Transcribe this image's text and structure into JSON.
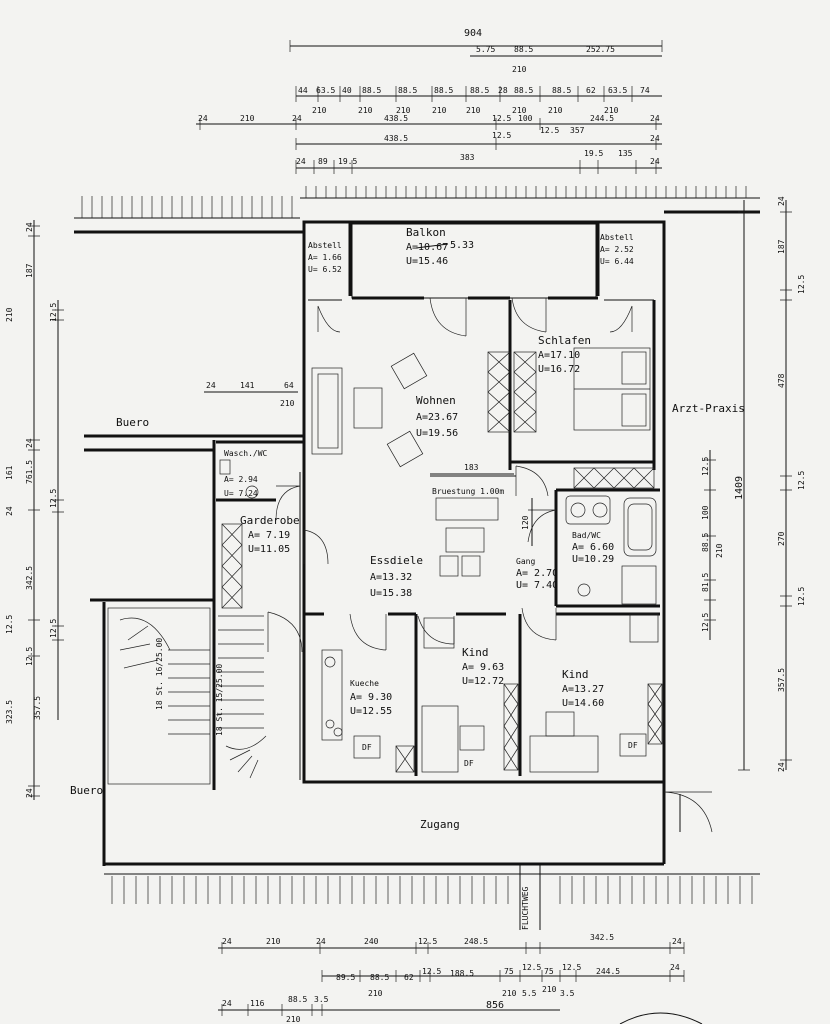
{
  "dimensions": {
    "top": {
      "total": "904",
      "row1": [
        "5.75",
        "88.5",
        "252.75",
        "210"
      ],
      "row2": [
        "44",
        "63.5",
        "40",
        "88.5",
        "88.5",
        "88.5",
        "88.5",
        "28",
        "88.5",
        "88.5",
        "62",
        "63.5",
        "74"
      ],
      "row2b": [
        "210",
        "210",
        "210",
        "210",
        "210",
        "210",
        "210",
        "210"
      ],
      "row3": [
        "24",
        "210",
        "24",
        "438.5",
        "12.5",
        "100",
        "244.5",
        "24"
      ],
      "row4": [
        "438.5",
        "12.5",
        "12.5",
        "357",
        "24"
      ],
      "row5": [
        "24",
        "89",
        "19.5",
        "383",
        "19.5",
        "135",
        "24"
      ]
    },
    "bottom": {
      "row1": [
        "24",
        "210",
        "24",
        "240",
        "12.5",
        "248.5",
        "342.5",
        "24"
      ],
      "row2": [
        "89.5",
        "88.5",
        "62",
        "12.5",
        "188.5",
        "75",
        "12.5",
        "75",
        "12.5",
        "244.5",
        "24"
      ],
      "row2b": [
        "210",
        "210",
        "5.5",
        "210",
        "3.5"
      ],
      "row3": [
        "24",
        "116",
        "88.5",
        "3.5",
        "856",
        "210"
      ]
    },
    "right": {
      "total": "1409",
      "items": [
        "24",
        "187",
        "12.5",
        "478",
        "12.5",
        "100",
        "12.5",
        "88.5",
        "210",
        "270",
        "81.5",
        "12.5",
        "12.5",
        "357.5",
        "24"
      ]
    },
    "left": {
      "items": [
        "24",
        "187",
        "210",
        "12.5",
        "24",
        "161",
        "12.5",
        "761.5",
        "24",
        "342.5",
        "12.5",
        "12.5",
        "323.5",
        "357.5",
        "24",
        "12.5"
      ]
    },
    "inner": {
      "stair_left": [
        "24",
        "141",
        "64",
        "210"
      ],
      "essdiele": "183",
      "gang": "120"
    }
  },
  "rooms": {
    "balkon": {
      "name": "Balkon",
      "a": "A=10.67",
      "a_correction": "5.33",
      "u": "U=15.46"
    },
    "abstell_left": {
      "name": "Abstell",
      "a": "A= 1.66",
      "u": "U= 6.52"
    },
    "abstell_right": {
      "name": "Abstell",
      "a": "A= 2.52",
      "u": "U= 6.44"
    },
    "schlafen": {
      "name": "Schlafen",
      "a": "A=17.10",
      "u": "U=16.72"
    },
    "wohnen": {
      "name": "Wohnen",
      "a": "A=23.67",
      "u": "U=19.56"
    },
    "wasch": {
      "name": "Wasch./WC",
      "a": "A= 2.94",
      "u": "U= 7.24"
    },
    "garderobe": {
      "name": "Garderobe",
      "a": "A= 7.19",
      "u": "U=11.05"
    },
    "essdiele": {
      "name": "Essdiele",
      "a": "A=13.32",
      "u": "U=15.38"
    },
    "bruestung": "Bruestung 1.00m",
    "gang": {
      "name": "Gang",
      "a": "A= 2.70",
      "u": "U= 7.40"
    },
    "bad": {
      "name": "Bad/WC",
      "a": "A= 6.60",
      "u": "U=10.29"
    },
    "kueche": {
      "name": "Kueche",
      "a": "A= 9.30",
      "u": "U=12.55"
    },
    "kind1": {
      "name": "Kind",
      "a": "A= 9.63",
      "u": "U=12.72"
    },
    "kind2": {
      "name": "Kind",
      "a": "A=13.27",
      "u": "U=14.60"
    },
    "df1": "DF",
    "df2": "DF",
    "df3": "DF"
  },
  "labels": {
    "buero_top": "Buero",
    "buero_bottom": "Buero",
    "arzt": "Arzt-Praxis",
    "zugang": "Zugang",
    "fluchtweg": "FLUCHTWEG",
    "stair1": "18 St. 16/25.00",
    "stair2": "18 St. 15/25.00"
  }
}
